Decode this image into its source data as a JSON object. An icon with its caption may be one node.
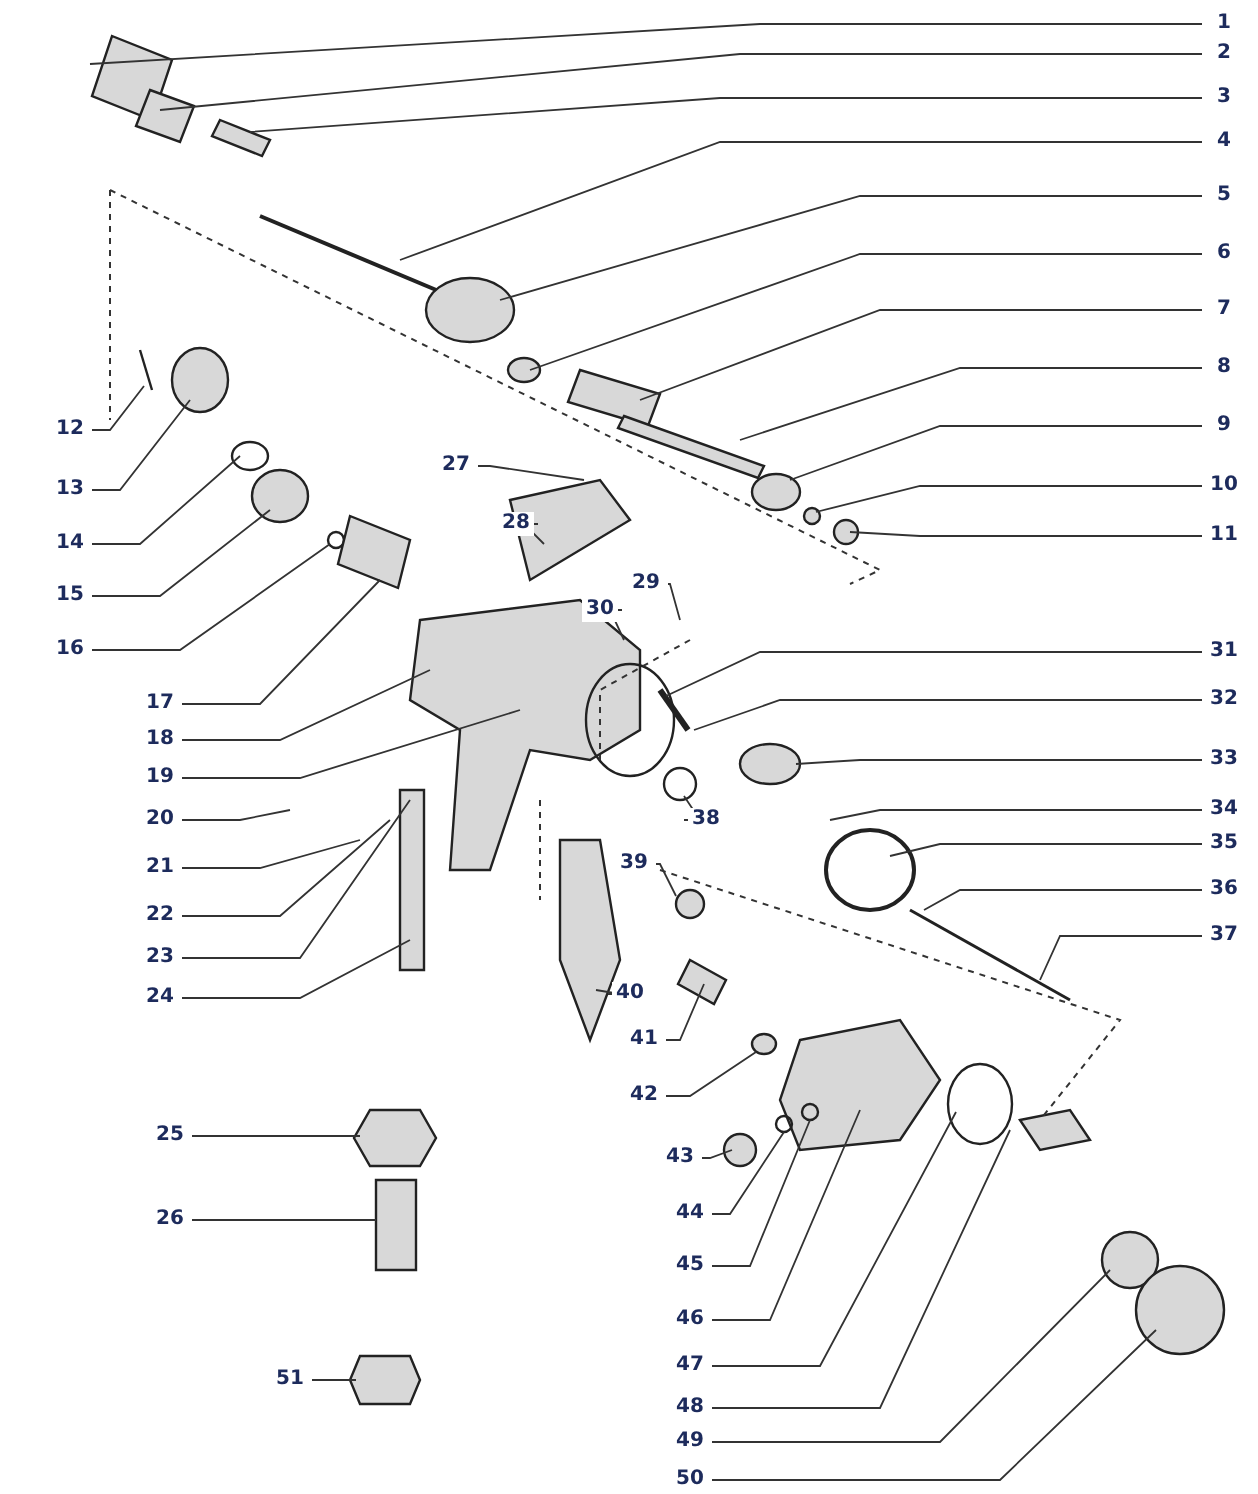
{
  "diagram": {
    "nodes": [
      {
        "text": [
          "1"
        ]
      },
      {
        "text": [
          "2"
        ]
      },
      {
        "text": [
          "3"
        ]
      },
      {
        "text": [
          "4"
        ]
      },
      {
        "text": [
          "5"
        ]
      },
      {
        "text": [
          "6"
        ]
      },
      {
        "text": [
          "7"
        ]
      },
      {
        "text": [
          "8"
        ]
      },
      {
        "text": [
          "9"
        ]
      },
      {
        "text": [
          "10"
        ]
      },
      {
        "text": [
          "11"
        ]
      },
      {
        "text": [
          "12"
        ]
      },
      {
        "text": [
          "13"
        ]
      },
      {
        "text": [
          "14"
        ]
      },
      {
        "text": [
          "15"
        ]
      },
      {
        "text": [
          "16"
        ]
      },
      {
        "text": [
          "17"
        ]
      },
      {
        "text": [
          "18"
        ]
      },
      {
        "text": [
          "19"
        ]
      },
      {
        "text": [
          "20"
        ]
      },
      {
        "text": [
          "21"
        ]
      },
      {
        "text": [
          "22"
        ]
      },
      {
        "text": [
          "23"
        ]
      },
      {
        "text": [
          "24"
        ]
      },
      {
        "text": [
          "25"
        ]
      },
      {
        "text": [
          "26"
        ]
      },
      {
        "text": [
          "27"
        ]
      },
      {
        "text": [
          "28"
        ]
      },
      {
        "text": [
          "29"
        ]
      },
      {
        "text": [
          "30"
        ]
      },
      {
        "text": [
          "31"
        ]
      },
      {
        "text": [
          "32"
        ]
      },
      {
        "text": [
          "33"
        ]
      },
      {
        "text": [
          "34"
        ]
      },
      {
        "text": [
          "35"
        ]
      },
      {
        "text": [
          "36"
        ]
      },
      {
        "text": [
          "37"
        ]
      },
      {
        "text": [
          "38"
        ]
      },
      {
        "text": [
          "39"
        ]
      },
      {
        "text": [
          "40"
        ]
      },
      {
        "text": [
          "41"
        ]
      },
      {
        "text": [
          "42"
        ]
      },
      {
        "text": [
          "43"
        ]
      },
      {
        "text": [
          "44"
        ]
      },
      {
        "text": [
          "45"
        ]
      },
      {
        "text": [
          "46"
        ]
      },
      {
        "text": [
          "47"
        ]
      },
      {
        "text": [
          "48"
        ]
      },
      {
        "text": [
          "49"
        ]
      },
      {
        "text": [
          "50"
        ]
      },
      {
        "text": [
          "51"
        ]
      }
    ],
    "edges": [
      {
        "from": 0,
        "to": null,
        "arrow": "none"
      },
      {
        "from": 1,
        "to": null,
        "arrow": "none"
      },
      {
        "from": 2,
        "to": null,
        "arrow": "none"
      },
      {
        "from": 3,
        "to": null,
        "arrow": "none"
      },
      {
        "from": 4,
        "to": null,
        "arrow": "none"
      },
      {
        "from": 5,
        "to": null,
        "arrow": "none"
      },
      {
        "from": 6,
        "to": null,
        "arrow": "none"
      },
      {
        "from": 7,
        "to": null,
        "arrow": "none"
      },
      {
        "from": 8,
        "to": null,
        "arrow": "none"
      },
      {
        "from": 9,
        "to": null,
        "arrow": "none"
      },
      {
        "from": 10,
        "to": null,
        "arrow": "none"
      },
      {
        "from": 11,
        "to": null,
        "arrow": "none"
      },
      {
        "from": 12,
        "to": null,
        "arrow": "none"
      },
      {
        "from": 13,
        "to": null,
        "arrow": "none"
      },
      {
        "from": 14,
        "to": null,
        "arrow": "none"
      },
      {
        "from": 15,
        "to": null,
        "arrow": "none"
      },
      {
        "from": 16,
        "to": null,
        "arrow": "none"
      },
      {
        "from": 17,
        "to": null,
        "arrow": "none"
      },
      {
        "from": 18,
        "to": null,
        "arrow": "none"
      },
      {
        "from": 19,
        "to": null,
        "arrow": "none"
      },
      {
        "from": 20,
        "to": null,
        "arrow": "none"
      },
      {
        "from": 21,
        "to": null,
        "arrow": "none"
      },
      {
        "from": 22,
        "to": null,
        "arrow": "none"
      },
      {
        "from": 23,
        "to": null,
        "arrow": "none"
      },
      {
        "from": 24,
        "to": null,
        "arrow": "none"
      },
      {
        "from": 25,
        "to": null,
        "arrow": "none"
      },
      {
        "from": 26,
        "to": null,
        "arrow": "none"
      },
      {
        "from": 27,
        "to": null,
        "arrow": "none"
      },
      {
        "from": 28,
        "to": null,
        "arrow": "none"
      },
      {
        "from": 29,
        "to": null,
        "arrow": "none"
      },
      {
        "from": 30,
        "to": null,
        "arrow": "none"
      },
      {
        "from": 31,
        "to": null,
        "arrow": "none"
      },
      {
        "from": 32,
        "to": null,
        "arrow": "none"
      },
      {
        "from": 33,
        "to": null,
        "arrow": "none"
      },
      {
        "from": 34,
        "to": null,
        "arrow": "none"
      },
      {
        "from": 35,
        "to": null,
        "arrow": "none"
      },
      {
        "from": 36,
        "to": null,
        "arrow": "none"
      },
      {
        "from": 37,
        "to": null,
        "arrow": "none"
      },
      {
        "from": 38,
        "to": null,
        "arrow": "none"
      },
      {
        "from": 39,
        "to": null,
        "arrow": "none"
      },
      {
        "from": 40,
        "to": null,
        "arrow": "none"
      },
      {
        "from": 41,
        "to": null,
        "arrow": "none"
      },
      {
        "from": 42,
        "to": null,
        "arrow": "none"
      },
      {
        "from": 43,
        "to": null,
        "arrow": "none"
      },
      {
        "from": 44,
        "to": null,
        "arrow": "none"
      },
      {
        "from": 45,
        "to": null,
        "arrow": "none"
      },
      {
        "from": 46,
        "to": null,
        "arrow": "none"
      },
      {
        "from": 47,
        "to": null,
        "arrow": "none"
      },
      {
        "from": 48,
        "to": null,
        "arrow": "none"
      },
      {
        "from": 49,
        "to": null,
        "arrow": "none"
      },
      {
        "from": 50,
        "to": null,
        "arrow": "none"
      }
    ]
  }
}
